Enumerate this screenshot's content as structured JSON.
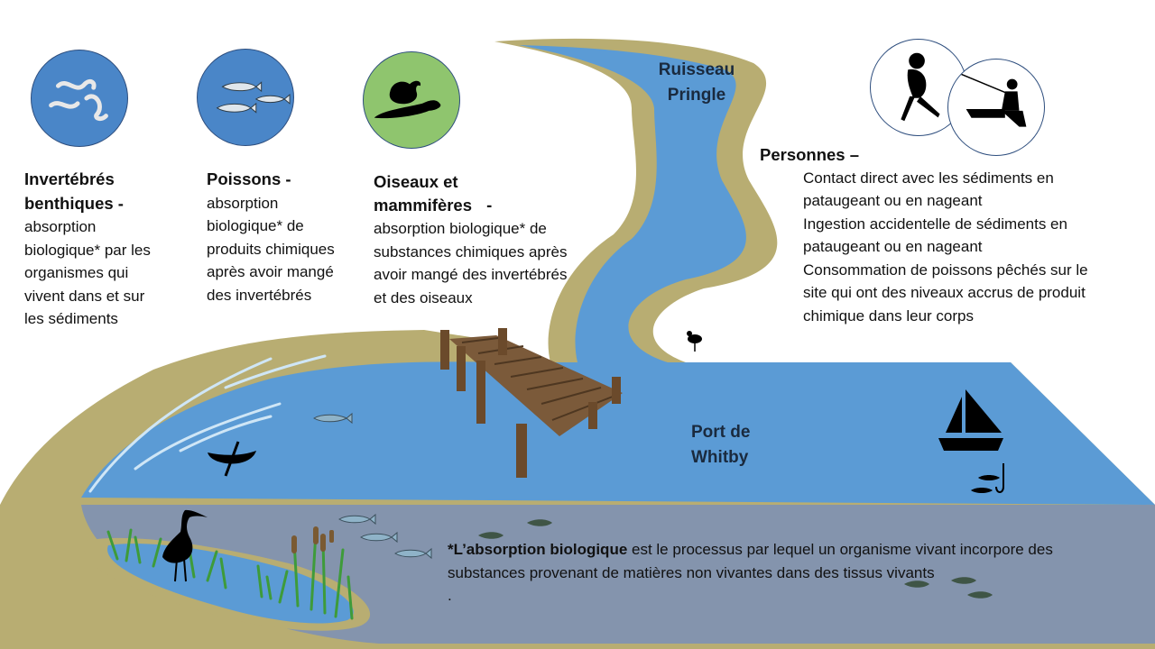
{
  "groups": {
    "invertebrates": {
      "title": "Invertébrés benthiques",
      "dash": " -",
      "text": "absorption biologique* par les organismes qui vivent dans et sur les sédiments"
    },
    "fish": {
      "title": "Poissons",
      "dash": " -",
      "text": "absorption biologique* de produits chimiques après avoir mangé des invertébrés"
    },
    "birds_mammals": {
      "title": "Oiseaux et mammifères",
      "dash": " -",
      "text": "absorption biologique* de substances chimiques après avoir mangé des invertébrés et des oiseaux"
    },
    "people": {
      "title": "Personnes –",
      "lines": [
        "Contact direct avec les sédiments en",
        "pataugeant ou en nageant",
        "Ingestion accidentelle de sédiments en",
        "pataugeant ou en nageant",
        "Consommation de poissons pêchés sur le",
        "site qui ont des niveaux accrus de produit",
        "chimique dans leur corps"
      ]
    }
  },
  "places": {
    "creek": "Ruisseau Pringle",
    "harbour": "Port de Whitby"
  },
  "footnote": {
    "star": "*",
    "term": "L’absorption biologique",
    "text": " est le processus par lequel un organisme vivant incorpore des substances provenant de matières non vivantes dans des tissus vivants",
    "trail": "."
  },
  "icons": {
    "worms": "worms-icon",
    "fish": "fish-icon",
    "duck_otter": "duck-otter-icon",
    "child": "running-child-icon",
    "fisherman": "fisherman-icon",
    "dock": "dock-icon",
    "canoe": "canoe-icon",
    "sailboat": "sailboat-icon",
    "heron": "heron-icon",
    "sandpiper": "sandpiper-icon",
    "hook": "fishing-hook-icon"
  },
  "colors": {
    "water": "#5b9bd5",
    "sediment": "#8494ad",
    "sand": "#b8ad72",
    "circle_blue": "#4a86c8",
    "circle_green": "#8fc56e"
  }
}
